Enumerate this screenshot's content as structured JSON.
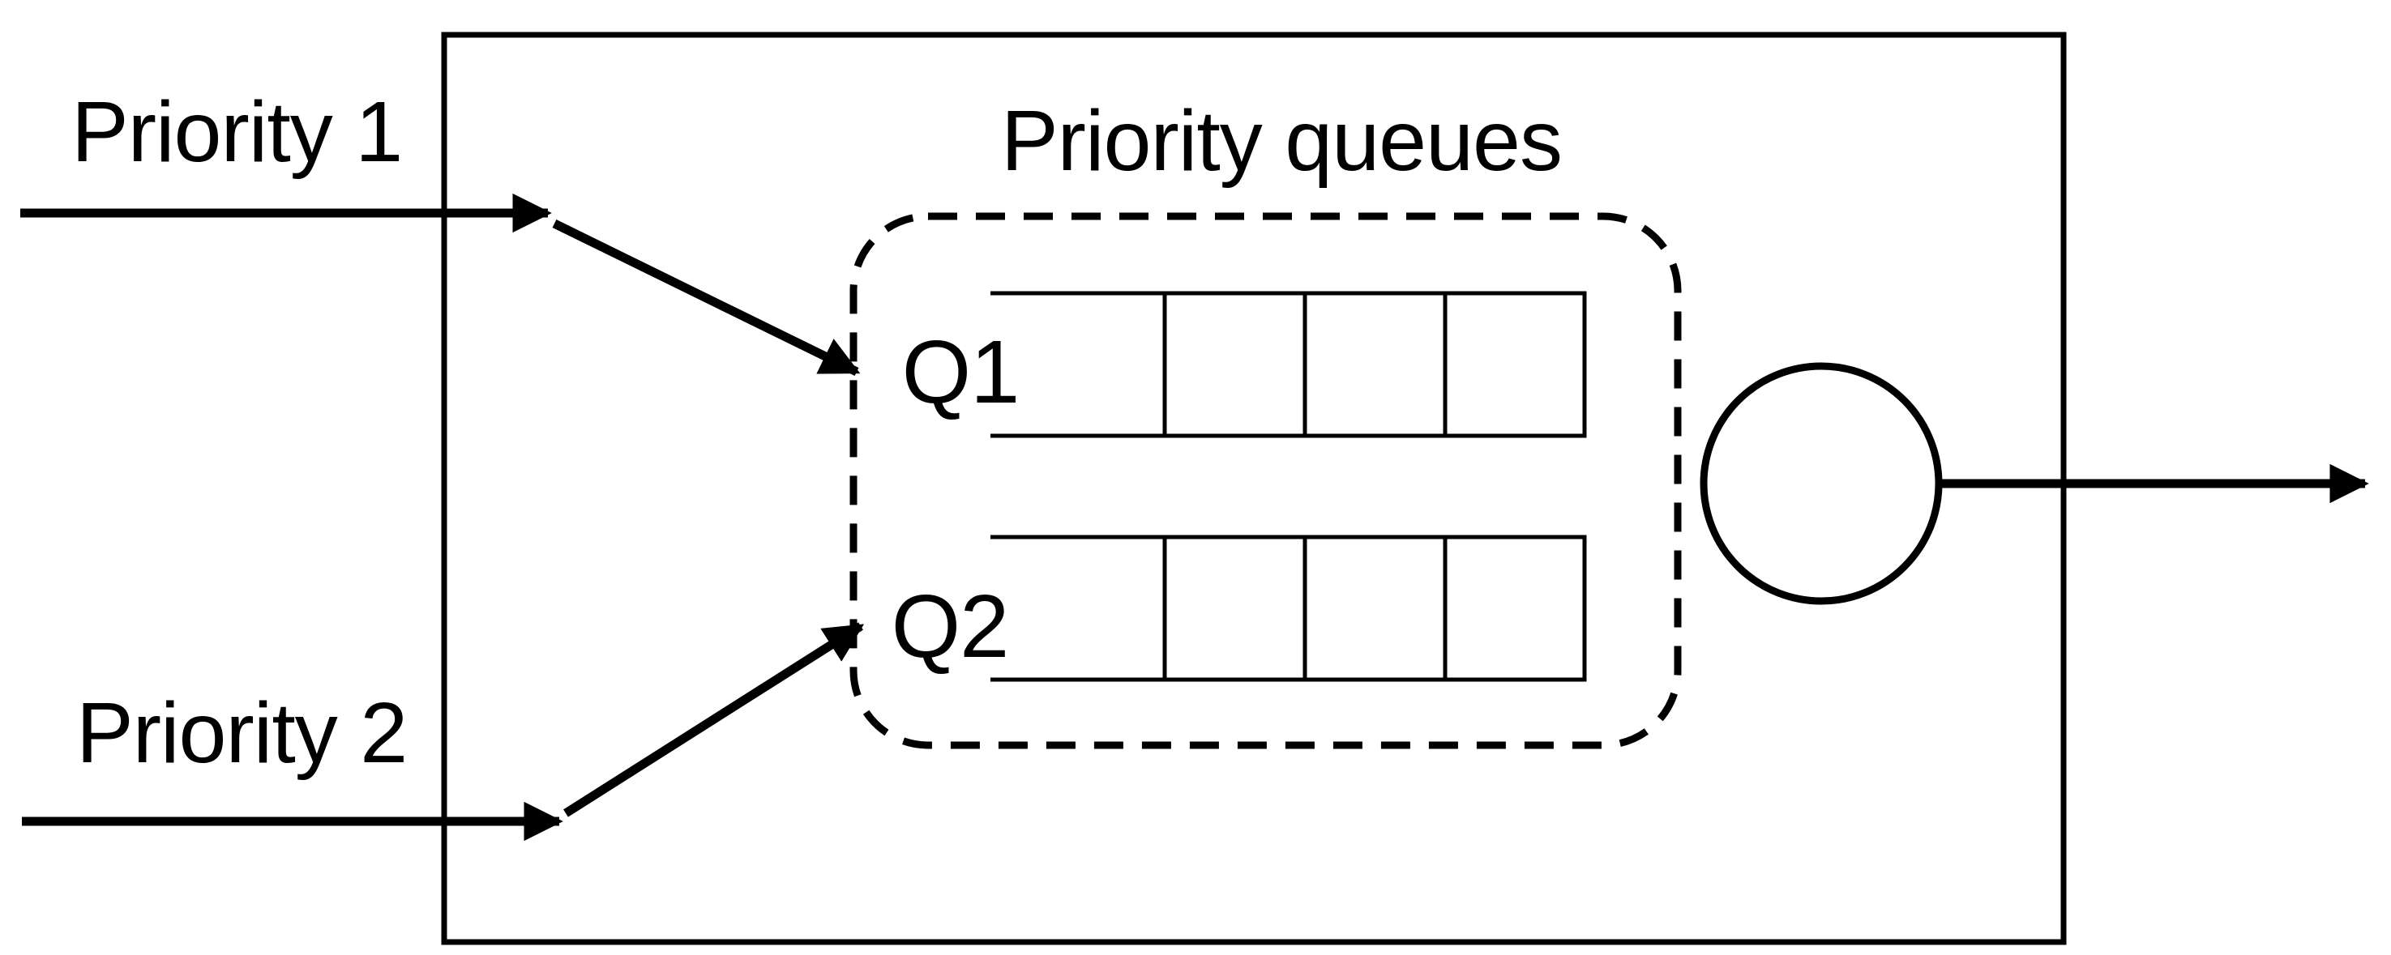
{
  "diagram": {
    "title": "Priority queues",
    "background_color": "#ffffff",
    "line_color": "#000000",
    "inputs": [
      {
        "label": "Priority 1",
        "routes_to": "Q1"
      },
      {
        "label": "Priority 2",
        "routes_to": "Q2"
      }
    ],
    "queues": [
      {
        "label": "Q1",
        "cell_count": 3
      },
      {
        "label": "Q2",
        "cell_count": 3
      }
    ],
    "server_shape": "circle",
    "output": {
      "has_departure_arrow": true
    }
  }
}
